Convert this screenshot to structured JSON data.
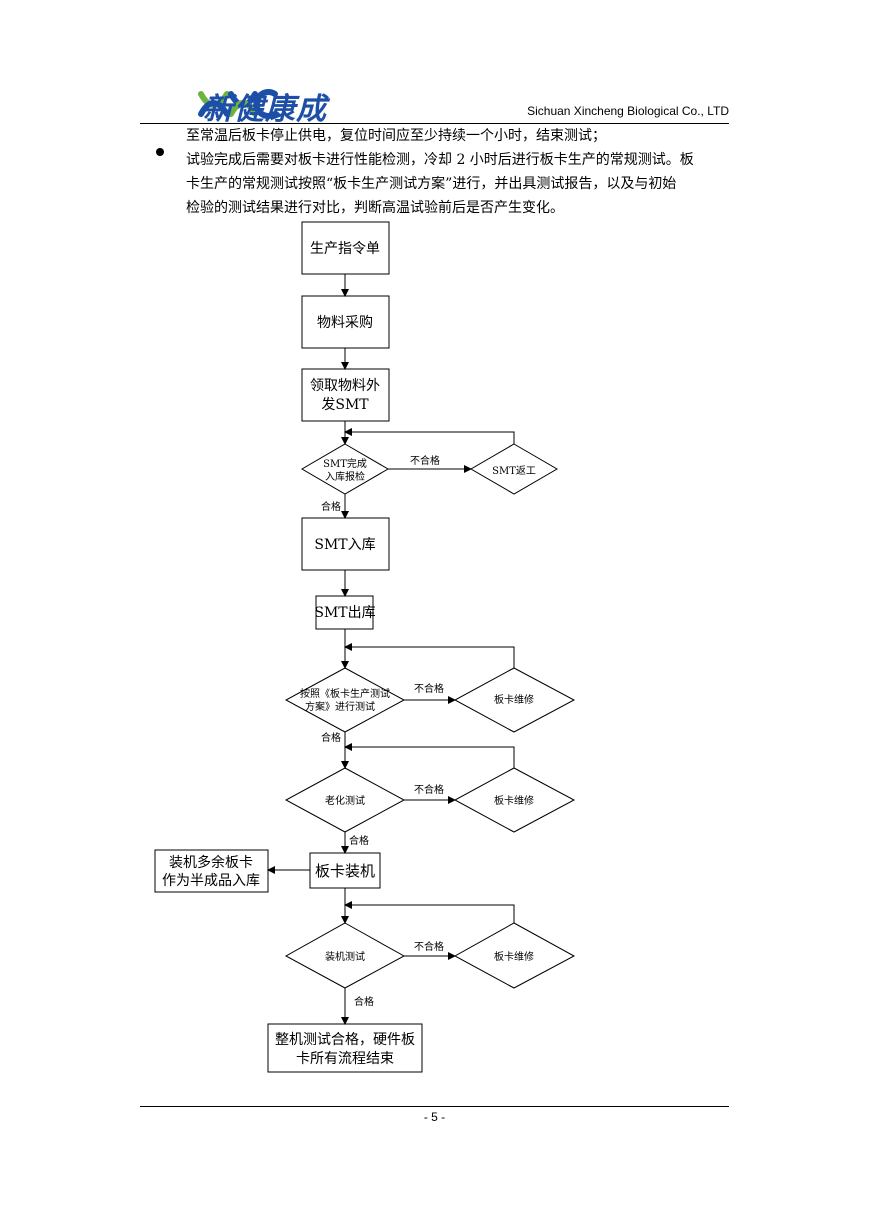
{
  "header": {
    "logo_text": "新健康成",
    "company": "Sichuan Xincheng Biological Co., LTD"
  },
  "body": {
    "line_1": "至常温后板卡停止供电，复位时间应至少持续一个小时，结束测试；",
    "bullet_line_1": "试验完成后需要对板卡进行性能检测，冷却 2 小时后进行板卡生产的常规测试。板",
    "bullet_line_2": "卡生产的常规测试按照“板卡生产测试方案”进行，并出具测试报告，以及与初始",
    "bullet_line_3": "检验的测试结果进行对比，判断高温试验前后是否产生变化。"
  },
  "flowchart": {
    "box_order": "生产指令单",
    "box_purchase": "物料采购",
    "box_pick_line1": "领取物料外",
    "box_pick_line2": "发SMT",
    "dia_smt_line1": "SMT完成",
    "dia_smt_line2": "入库报检",
    "label_fail": "不合格",
    "dia_smt_rework": "SMT返工",
    "label_pass": "合格",
    "box_smt_in": "SMT入库",
    "box_smt_out": "SMT出库",
    "dia_test_line1": "按照《板卡生产测试",
    "dia_test_line2": "方案》进行测试",
    "dia_repair": "板卡维修",
    "dia_aging": "老化测试",
    "box_assemble": "板卡装机",
    "box_surplus_line1": "装机多余板卡",
    "box_surplus_line2": "作为半成品入库",
    "dia_assembly_test": "装机测试",
    "box_end_line1": "整机测试合格，硬件板",
    "box_end_line2": "卡所有流程结束"
  },
  "footer": {
    "page": "- 5 -"
  }
}
